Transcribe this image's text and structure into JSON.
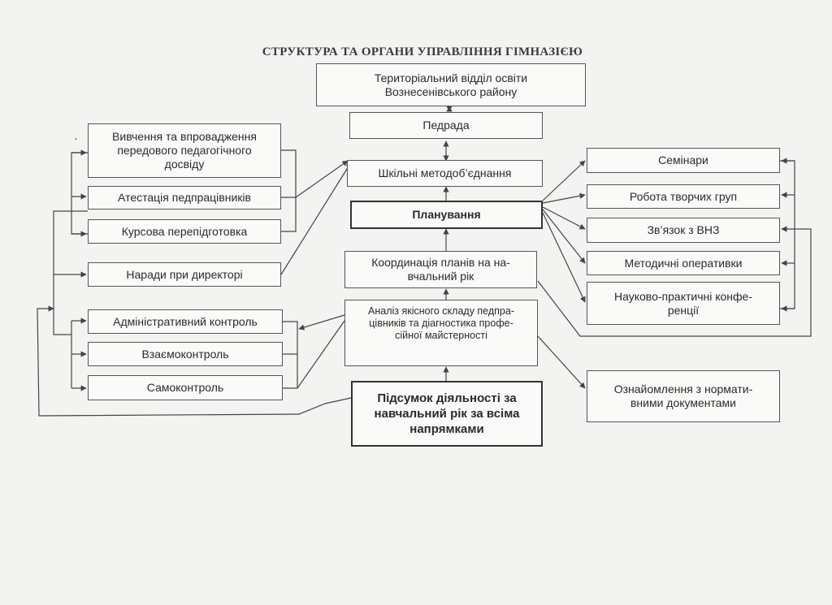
{
  "title": "СТРУКТУРА ТА ОРГАНИ УПРАВЛІННЯ ГІМНАЗІЄЮ",
  "nodes": {
    "territorial": "Територіальний відділ освіти\nВознесенівського району",
    "pedrada": "Педрада",
    "metod": "Шкільні методоб’єднання",
    "planning": "Планування",
    "coord": "Координація планів на на-\nвчальний рік",
    "analysis": "Аналіз якісного складу педпра-\nцівників та діагностика профе-\nсійної майстерності",
    "summary": "Підсумок діяльності за\nнавчальний рік за всіма\nнапрямками",
    "study": "Вивчення та впровадження\nпередового педагогічного\nдосвіду",
    "attest": "Атестація педпрацівників",
    "courses": "Курсова перепідготовка",
    "meetings": "Наради при директорі",
    "admin_control": "Адміністративний контроль",
    "mutual_control": "Взаємоконтроль",
    "self_control": "Самоконтроль",
    "seminars": "Семінари",
    "creative": "Робота творчих груп",
    "universities": "Зв’язок з ВНЗ",
    "operative": "Методичні оперативки",
    "conferences": "Науково-практичні конфе-\nренції",
    "normative": "Ознайомлення з нормати-\nвними документами"
  }
}
